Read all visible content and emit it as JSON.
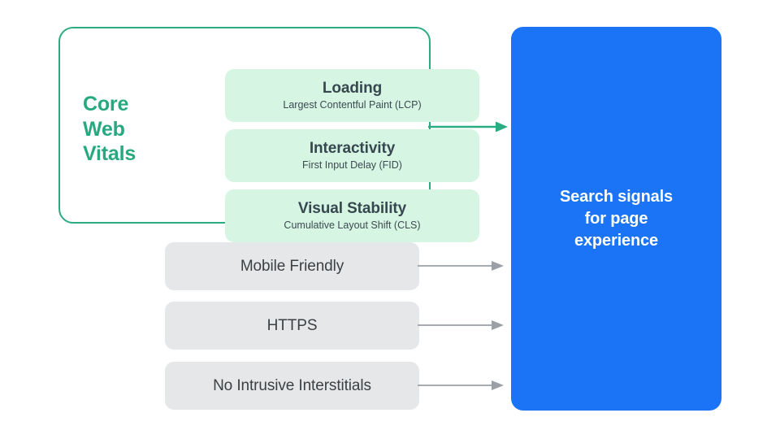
{
  "diagram": {
    "title_text_visible": false,
    "colors": {
      "green_accent": "#27A97F",
      "green_border": "#2BAC83",
      "green_card_fill": "#D6F5E3",
      "gray_card_fill": "#E6E7E9",
      "blue_fill": "#1B74F5",
      "gray_arrow": "#9AA0A6",
      "text_dark": "#37474F",
      "text_white": "#FFFFFF",
      "background": "#FFFFFF"
    },
    "core_web_vitals": {
      "group_label": "Core\nWeb\nVitals",
      "group_label_lines": [
        "Core",
        "Web",
        "Vitals"
      ],
      "metrics": [
        {
          "title": "Loading",
          "subtitle": "Largest Contentful Paint (LCP)",
          "abbr": "LCP"
        },
        {
          "title": "Interactivity",
          "subtitle": "First Input Delay (FID)",
          "abbr": "FID"
        },
        {
          "title": "Visual Stability",
          "subtitle": "Cumulative Layout Shift (CLS)",
          "abbr": "CLS"
        }
      ]
    },
    "other_signals": [
      {
        "label": "Mobile Friendly"
      },
      {
        "label": "HTTPS"
      },
      {
        "label": "No Intrusive Interstitials"
      }
    ],
    "outcome": {
      "label": "Search signals\nfor page\nexperience",
      "label_lines": [
        "Search signals",
        "for page",
        "experience"
      ]
    },
    "connectors": [
      {
        "from": "core-web-vitals-group",
        "to": "outcome-box",
        "color": "#2BAC83",
        "style": "solid-arrow"
      },
      {
        "from": "signal-mobile-friendly",
        "to": "outcome-box",
        "color": "#9AA0A6",
        "style": "solid-arrow"
      },
      {
        "from": "signal-https",
        "to": "outcome-box",
        "color": "#9AA0A6",
        "style": "solid-arrow"
      },
      {
        "from": "signal-no-intrusive-interstitials",
        "to": "outcome-box",
        "color": "#9AA0A6",
        "style": "solid-arrow"
      }
    ]
  }
}
